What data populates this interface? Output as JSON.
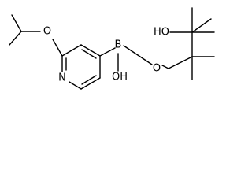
{
  "molecule": {
    "atoms": {
      "oxygen_ether": "O",
      "nitrogen_ring": "N",
      "boron": "B",
      "hydroxyl_boron": "OH",
      "oxygen_boronate": "O",
      "hydroxyl_pinacol": "HO"
    }
  }
}
